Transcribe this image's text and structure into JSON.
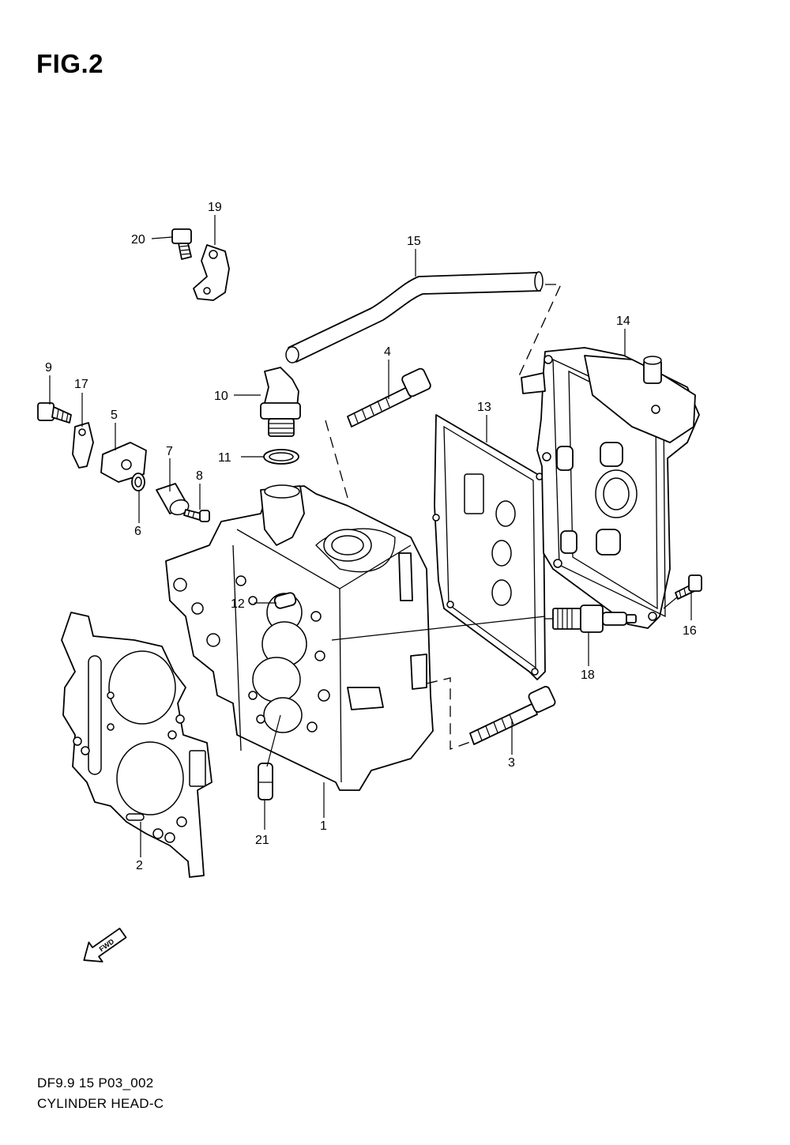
{
  "figure": {
    "title": "FIG.2",
    "model_code": "DF9.9 15 P03_002",
    "name": "CYLINDER HEAD-C",
    "fwd_label": "FWD"
  },
  "callouts": [
    {
      "id": "c1",
      "label": "1"
    },
    {
      "id": "c2",
      "label": "2"
    },
    {
      "id": "c3",
      "label": "3"
    },
    {
      "id": "c4",
      "label": "4"
    },
    {
      "id": "c5",
      "label": "5"
    },
    {
      "id": "c6",
      "label": "6"
    },
    {
      "id": "c7",
      "label": "7"
    },
    {
      "id": "c8",
      "label": "8"
    },
    {
      "id": "c9",
      "label": "9"
    },
    {
      "id": "c10",
      "label": "10"
    },
    {
      "id": "c11",
      "label": "11"
    },
    {
      "id": "c12",
      "label": "12"
    },
    {
      "id": "c13",
      "label": "13"
    },
    {
      "id": "c14",
      "label": "14"
    },
    {
      "id": "c15",
      "label": "15"
    },
    {
      "id": "c16",
      "label": "16"
    },
    {
      "id": "c17",
      "label": "17"
    },
    {
      "id": "c18",
      "label": "18"
    },
    {
      "id": "c19",
      "label": "19"
    },
    {
      "id": "c20",
      "label": "20"
    },
    {
      "id": "c21",
      "label": "21"
    }
  ]
}
